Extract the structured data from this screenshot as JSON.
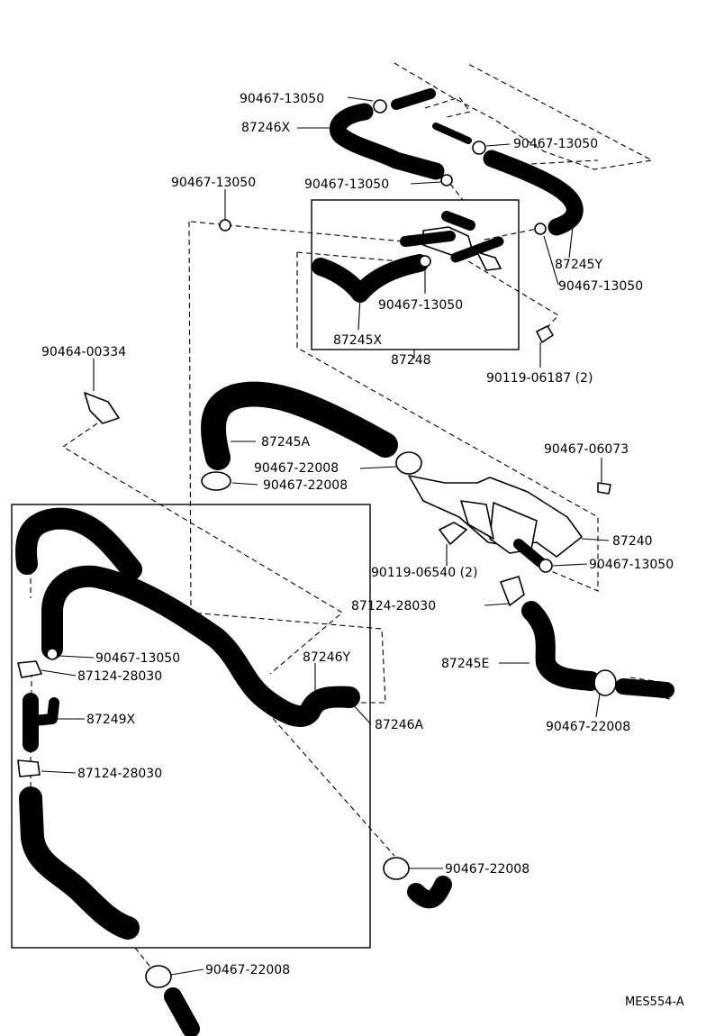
{
  "diagram_id": "MES554-A",
  "labels": {
    "l01": "90467-13050",
    "l02": "87246X",
    "l03": "90467-13050",
    "l04": "90467-13050",
    "l05": "90467-13050",
    "l06": "87245Y",
    "l07": "90467-13050",
    "l08": "90467-13050",
    "l09": "87245X",
    "l10": "87248",
    "l11": "90119-06187 (2)",
    "l12": "90464-00334",
    "l13": "87245A",
    "l14": "90467-22008",
    "l15": "90467-22008",
    "l16": "90467-06073",
    "l17": "87240",
    "l18": "90119-06540 (2)",
    "l19": "90467-13050",
    "l20": "87124-28030",
    "l21": "87245E",
    "l22": "90467-22008",
    "l23": "90467-13050",
    "l24": "87124-28030",
    "l25": "87246Y",
    "l26": "87249X",
    "l27": "87246A",
    "l28": "87124-28030",
    "l29": "90467-22008",
    "l30": "90467-22008"
  }
}
